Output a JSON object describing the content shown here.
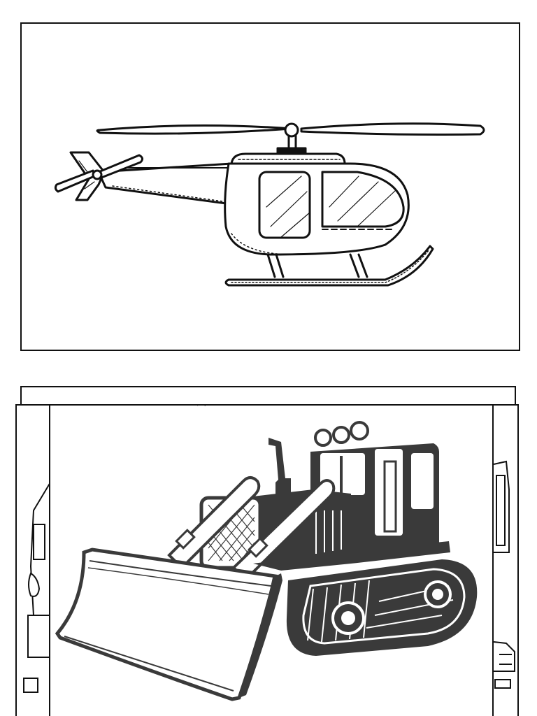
{
  "page": {
    "panels": [
      {
        "id": "panel-top",
        "picture": "helicopter-illustration"
      },
      {
        "id": "panel-bottom",
        "picture": "bulldozer-illustration"
      }
    ],
    "colors": {
      "ink": "#111111",
      "shade": "#3a3a3a",
      "paper": "#ffffff"
    }
  }
}
